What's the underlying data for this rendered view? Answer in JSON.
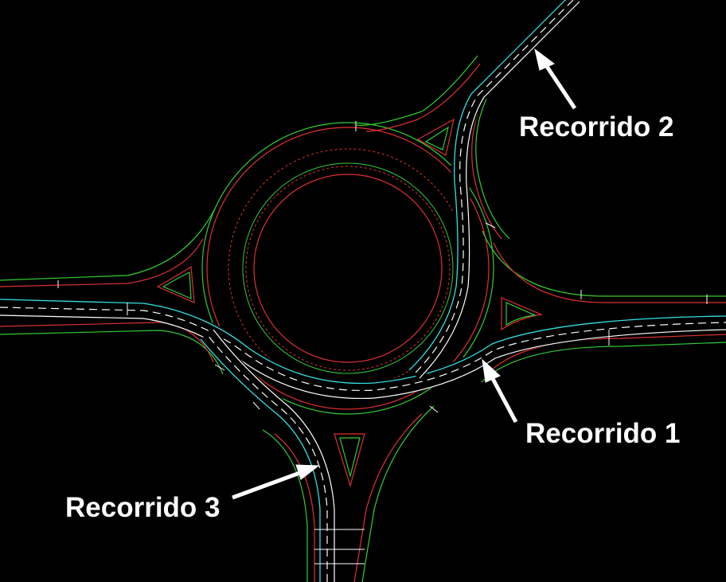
{
  "labels": {
    "route_1": "Recorrido 1",
    "route_2": "Recorrido 2",
    "route_3": "Recorrido 3"
  },
  "colors": {
    "background": "#000000",
    "edge_outer": "#33cc33",
    "edge_inner": "#e03030",
    "lane_marking": "#ffffff",
    "route_highlight": "#33e0e0",
    "label_text": "#ffffff",
    "pavement": "#000000"
  }
}
